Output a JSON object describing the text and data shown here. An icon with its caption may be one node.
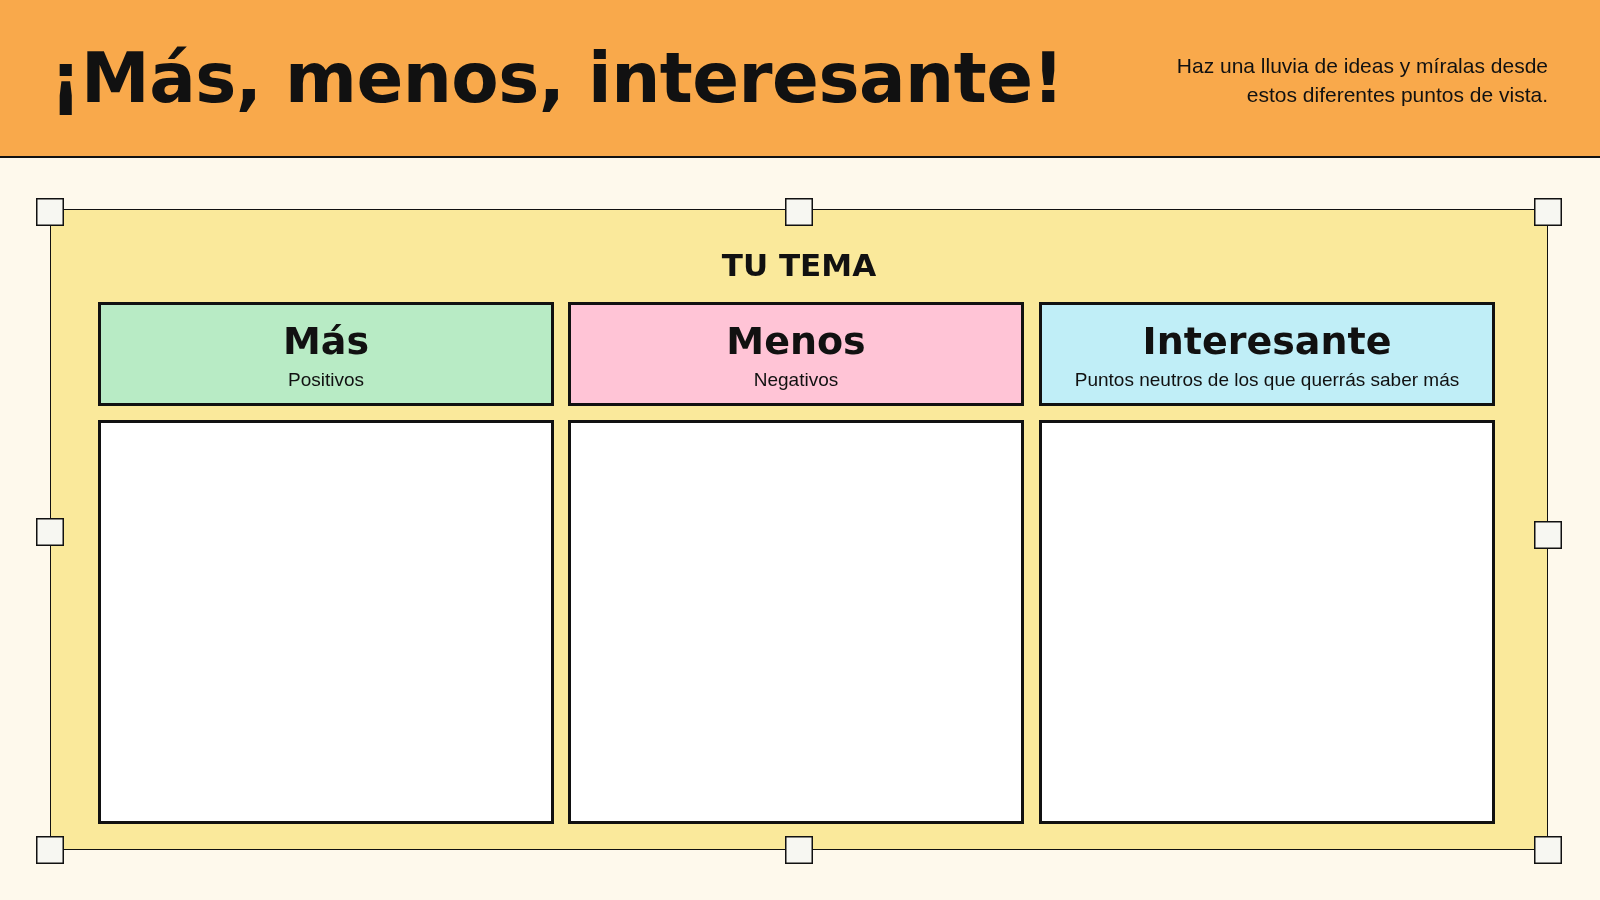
{
  "diagram": {
    "title": "¡Más, menos, interesante!",
    "nodes": [
      {
        "text": [
          "TU TEMA"
        ]
      },
      {
        "text": [
          "Más",
          "Positivos"
        ],
        "in": 0
      },
      {
        "text": [
          "Menos",
          "Negativos"
        ],
        "in": 0
      },
      {
        "text": [
          "Interesante",
          "Puntos neutros de los que querrás saber más"
        ],
        "in": 0
      },
      {
        "text": [],
        "shape": "box",
        "in": 0
      },
      {
        "text": [],
        "shape": "box",
        "in": 0
      },
      {
        "text": [],
        "shape": "box",
        "in": 0
      }
    ],
    "labels": [
      "Haz una lluvia de ideas y míralas desde estos diferentes puntos de vista."
    ]
  }
}
